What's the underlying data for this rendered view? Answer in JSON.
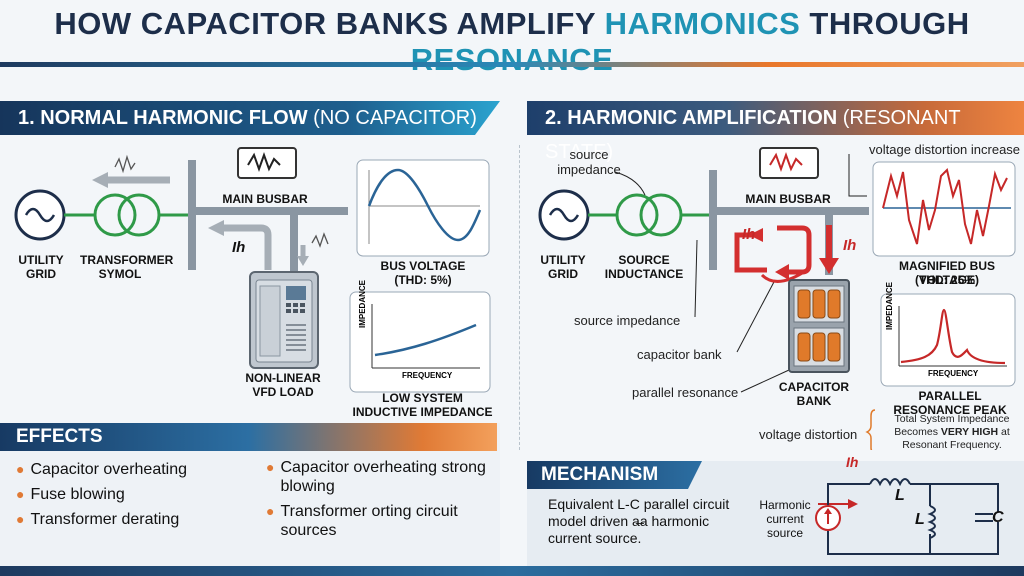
{
  "title": {
    "part1": "HOW CAPACITOR BANKS AMPLIFY ",
    "part2": "HARMONICS",
    "part3": " THROUGH ",
    "part4": "RESONANCE"
  },
  "section1": {
    "header_bold": "1. NORMAL HARMONIC FLOW",
    "header_light": " (NO CAPACITOR)",
    "utility_grid": "UTILITY GRID",
    "transformer": "TRANSFORMER SYMOL",
    "busbar": "MAIN BUSBAR",
    "ih": "Ih",
    "vfd": "NON-LINEAR VFD LOAD",
    "bus_voltage": "BUS VOLTAGE",
    "thd": "(THD: 5%)",
    "impedance_axis": "IMPEDANCE",
    "frequency_axis": "FREQUENCY",
    "impedance_caption": "LOW SYSTEM INDUCTIVE IMPEDANCE"
  },
  "section2": {
    "header_bold": "2. HARMONIC AMPLIFICATION",
    "header_light": " (RESONANT STATE)",
    "source_impedance_top": "source impedance",
    "voltage_distortion_increase": "voltage distortion increase",
    "utility_grid": "UTILITY GRID",
    "source_inductance": "SOURCE INDUCTANCE",
    "busbar": "MAIN BUSBAR",
    "ih": "Ih",
    "magnified": "MAGNIFIED BUS VOLTAGE",
    "thd": "(THD: 25%)",
    "source_impedance_mid": "source impedance",
    "capacitor_bank_label": "capacitor bank",
    "parallel_resonance_label": "parallel resonance",
    "capacitor_bank": "CAPACITOR BANK",
    "impedance_axis": "IMPEDANCE",
    "frequency_axis": "FREQUENCY",
    "peak_caption": "PARALLEL RESONANCE PEAK",
    "voltage_distortion": "voltage distortion",
    "note_line1": "Total System Impedance",
    "note_line2_pre": "Becomes ",
    "note_line2_bold": "VERY HIGH",
    "note_line2_post": " at",
    "note_line3": "Resonant Frequency."
  },
  "effects": {
    "title": "EFFECTS",
    "left": [
      "Capacitor overheating",
      "Fuse blowing",
      "Transformer derating"
    ],
    "right": [
      "Capacitor overheating strong blowing",
      "Transformer orting circuit sources"
    ]
  },
  "mechanism": {
    "title": "MECHANISM",
    "text": "Equivalent L-C parallel circuit model driven a̶a harmonic current source.",
    "harmonic_source": "Harmonic current source",
    "ih": "Ih",
    "L": "L",
    "C": "C"
  }
}
